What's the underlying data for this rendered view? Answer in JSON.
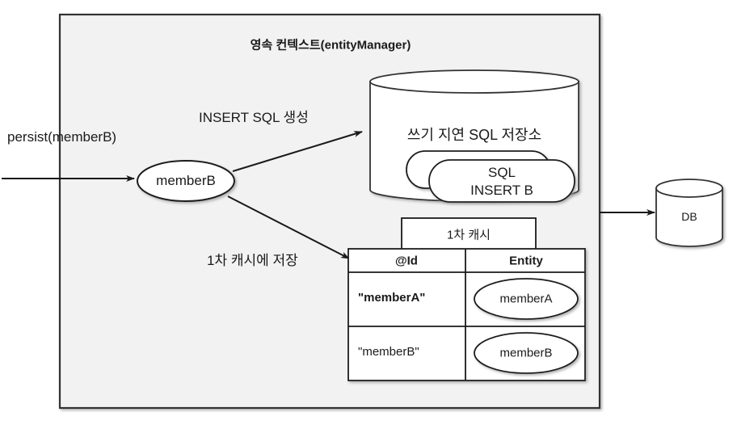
{
  "diagram": {
    "type": "jpa-persistence-context-diagram",
    "context_box": {
      "title": "영속 컨텍스트(entityManager)"
    },
    "entry_arrow": {
      "label": "persist(memberB)"
    },
    "entity_node": {
      "label": "memberB"
    },
    "arrows": [
      {
        "label": "INSERT SQL 생성"
      },
      {
        "label": "1차 캐시에 저장"
      }
    ],
    "sql_store": {
      "title": "쓰기 지연 SQL 저장소",
      "cards": [
        {
          "line1": "",
          "line2": ""
        },
        {
          "line1": "SQL",
          "line2": "INSERT B"
        }
      ]
    },
    "first_level_cache": {
      "caption": "1차 캐시",
      "columns": [
        "@Id",
        "Entity"
      ],
      "rows": [
        {
          "id": "\"memberA\"",
          "entity": "memberA"
        },
        {
          "id": "\"memberB\"",
          "entity": "memberB"
        }
      ]
    },
    "database": {
      "label": "DB"
    },
    "colors": {
      "context_fill": "#f2f2f2",
      "stroke": "#333333",
      "node_fill": "#ffffff",
      "text": "#1a1a1a",
      "page_background": "#ffffff"
    }
  }
}
